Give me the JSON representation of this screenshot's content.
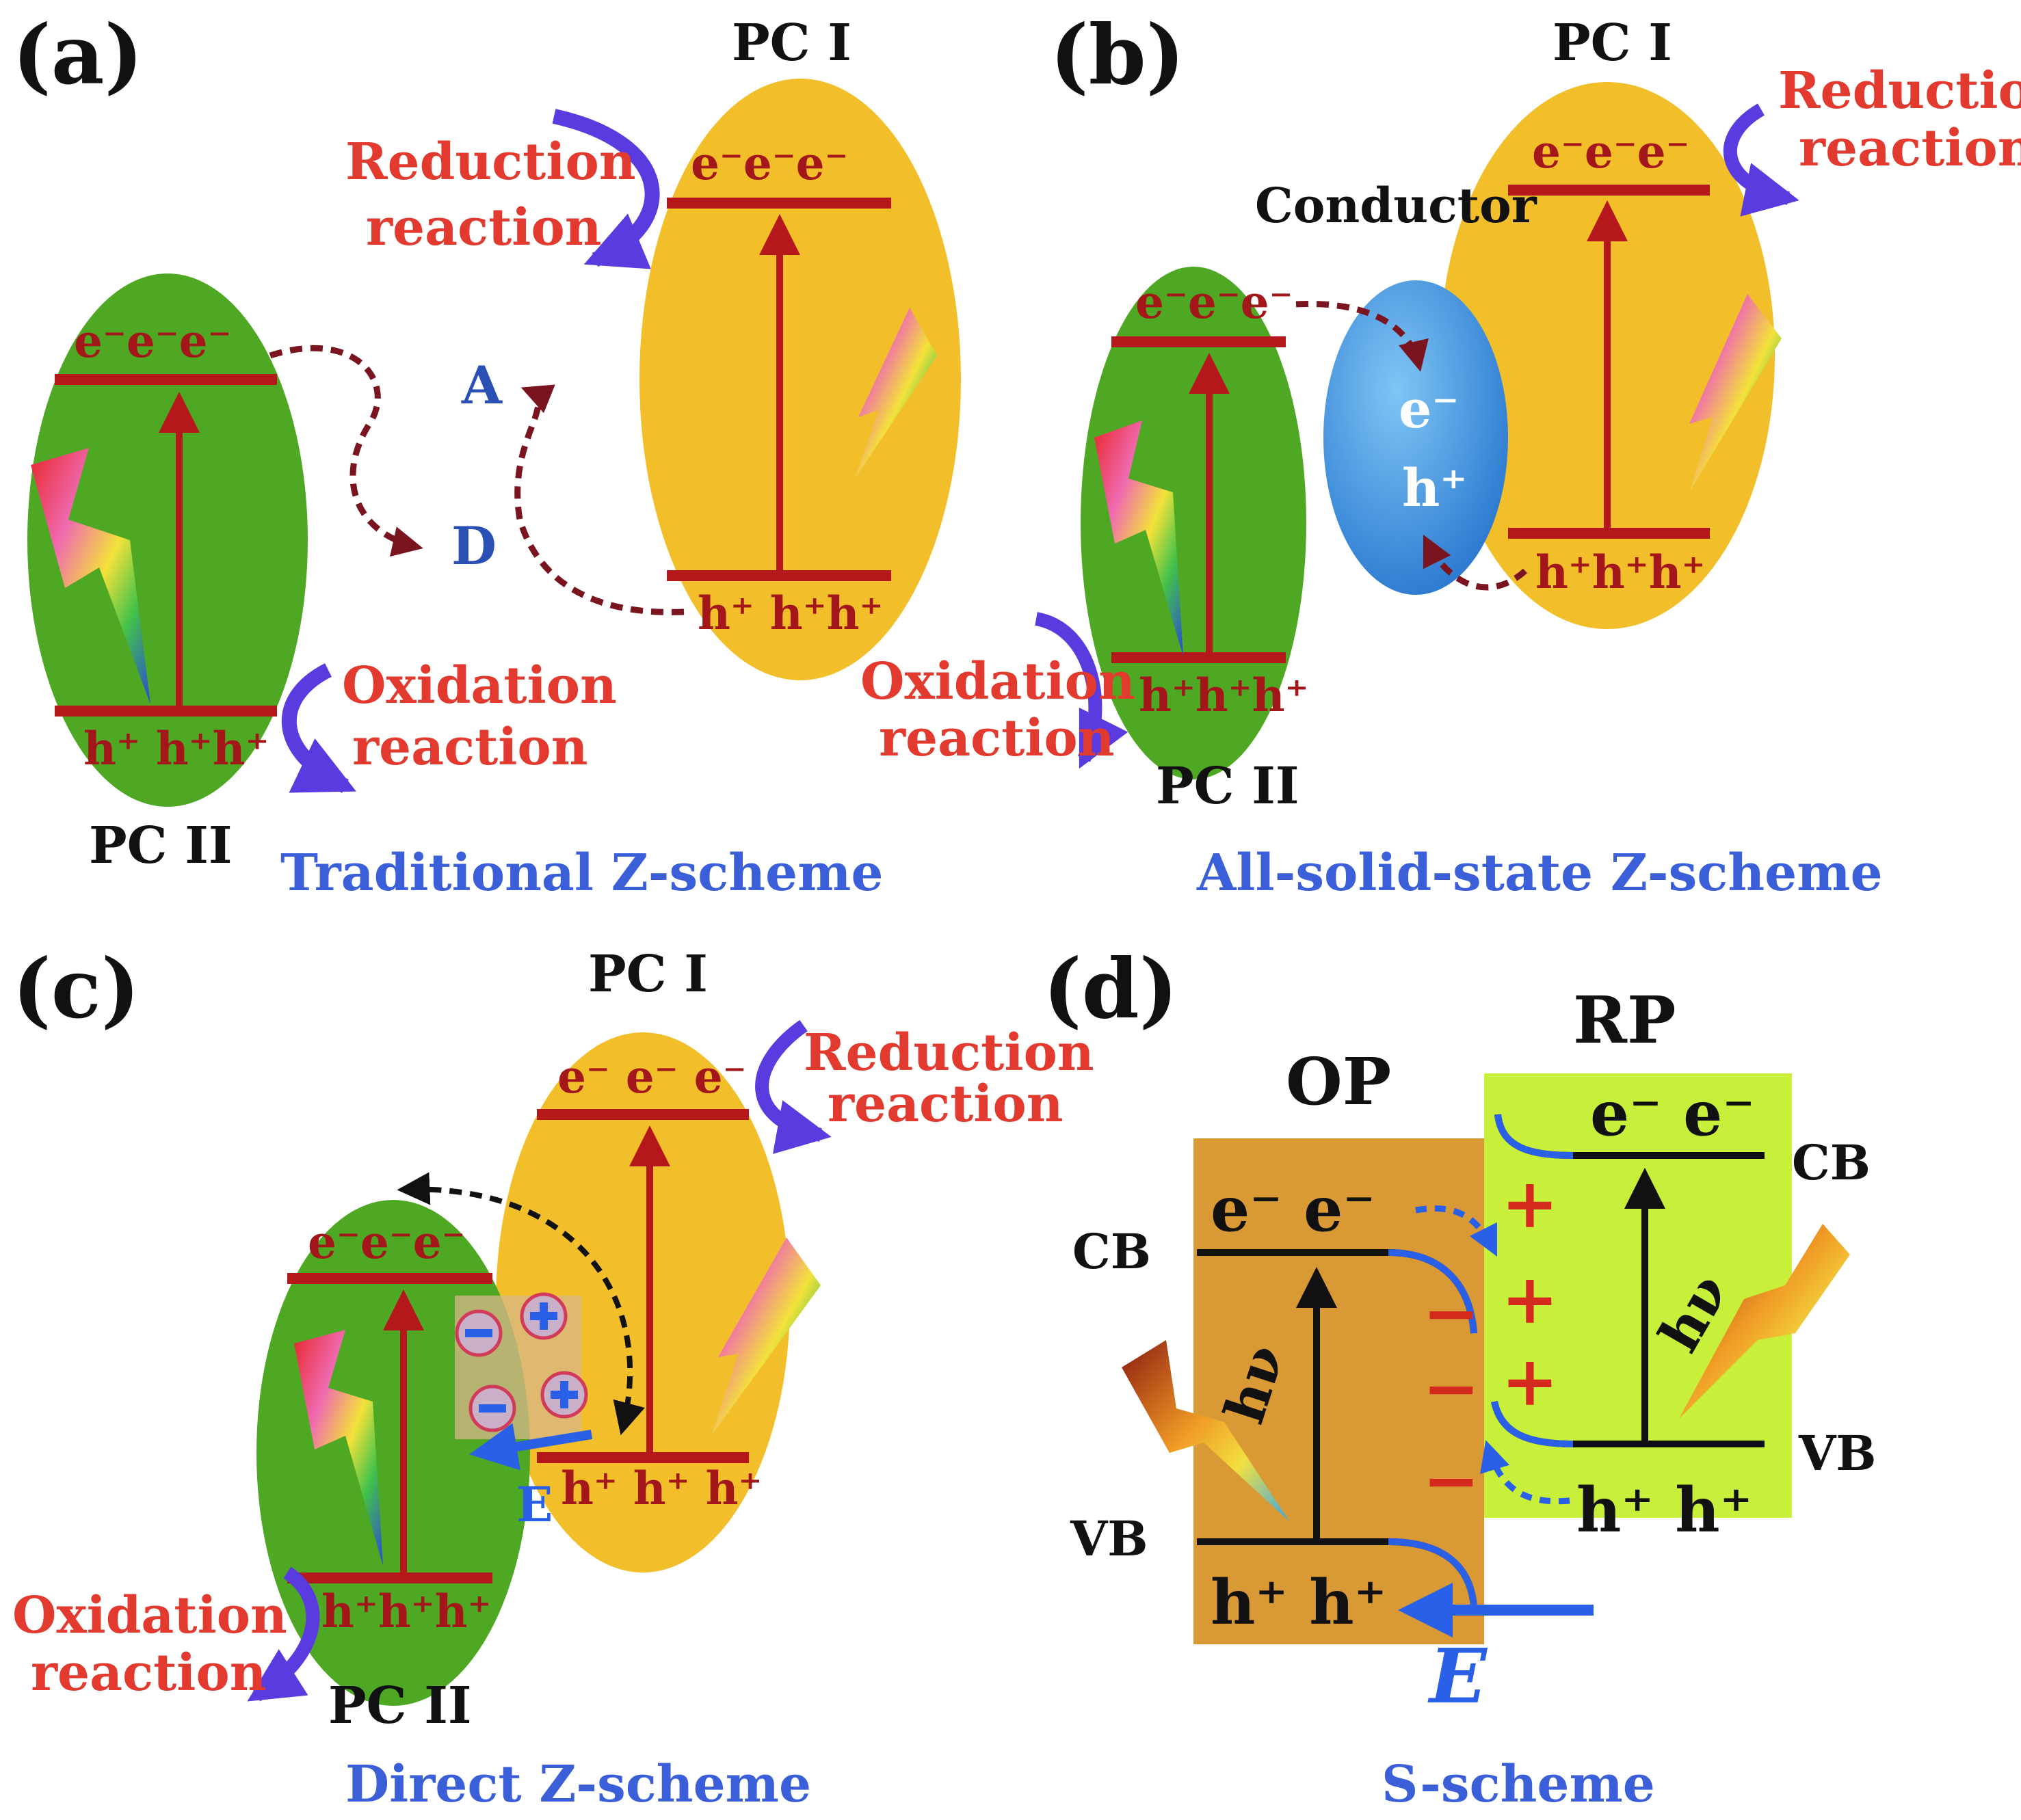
{
  "colors": {
    "pc1_fill": "#f2bf2a",
    "pc2_fill": "#4fa824",
    "band_line": "#b6171b",
    "arrow_red": "#b6171b",
    "dashed": "#7a1520",
    "reaction_text": "#e23a2e",
    "curl_arrow": "#5a3be0",
    "caption": "#3b5fd8",
    "conductor": "#3a92dc",
    "op_fill": "#d99a35",
    "rp_fill": "#c8ef3a",
    "field_arrow": "#2a5fe8"
  },
  "icons": [
    "lightning-icon",
    "curved-arrow-icon",
    "dashed-arrow-icon",
    "plus-charge-icon",
    "minus-charge-icon"
  ],
  "panel_a": {
    "label": "(a)",
    "pc1": "PC I",
    "pc2": "PC II",
    "electrons": "e⁻e⁻e⁻",
    "holes": "h⁺ h⁺h⁺",
    "holes_pc1": "h⁺ h⁺h⁺",
    "acceptor": "A",
    "donor": "D",
    "reduction_1": "Reduction",
    "reduction_2": "reaction",
    "oxidation_1": "Oxidation",
    "oxidation_2": "reaction",
    "caption": "Traditional Z-scheme"
  },
  "panel_b": {
    "label": "(b)",
    "pc1": "PC I",
    "pc2": "PC II",
    "conductor": "Conductor",
    "cond_e": "e⁻",
    "cond_h": "h⁺",
    "electrons": "e⁻e⁻e⁻",
    "holes": "h⁺h⁺h⁺",
    "reduction_1": "Reduction",
    "reduction_2": "reaction",
    "oxidation_1": "Oxidation",
    "oxidation_2": "reaction",
    "caption": "All-solid-state Z-scheme"
  },
  "panel_c": {
    "label": "(c)",
    "pc1": "PC I",
    "pc2": "PC II",
    "electrons_pc1": "e⁻ e⁻ e⁻",
    "electrons_pc2": "e⁻e⁻e⁻",
    "holes_pc1": "h⁺ h⁺ h⁺",
    "holes_pc2": "h⁺h⁺h⁺",
    "field": "E",
    "reduction_1": "Reduction",
    "reduction_2": "reaction",
    "oxidation_1": "Oxidation",
    "oxidation_2": "reaction",
    "caption": "Direct Z-scheme"
  },
  "panel_d": {
    "label": "(d)",
    "op": "OP",
    "rp": "RP",
    "cb": "CB",
    "vb": "VB",
    "electrons": "e⁻ e⁻",
    "holes": "h⁺ h⁺",
    "hv": "hν",
    "field": "E",
    "plus": "+",
    "minus": "−",
    "caption": "S-scheme"
  }
}
